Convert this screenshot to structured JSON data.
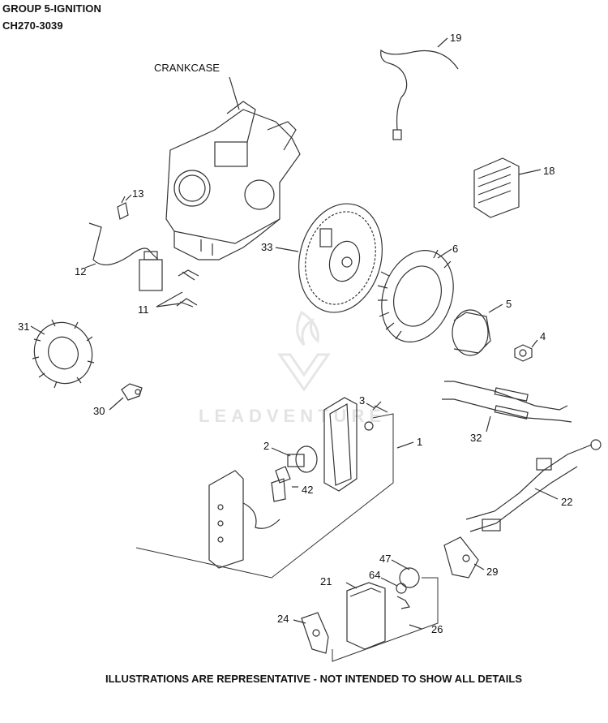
{
  "header": {
    "title": "GROUP 5-IGNITION",
    "model": "CH270-3039"
  },
  "footer": {
    "note": "ILLUSTRATIONS ARE REPRESENTATIVE - NOT INTENDED TO SHOW ALL DETAILS"
  },
  "labels": {
    "crankcase": "CRANKCASE",
    "watermark": "LEADVENTURE"
  },
  "callouts": [
    "1",
    "2",
    "3",
    "4",
    "5",
    "6",
    "11",
    "12",
    "13",
    "18",
    "19",
    "21",
    "22",
    "24",
    "26",
    "29",
    "30",
    "31",
    "32",
    "33",
    "42",
    "47",
    "64"
  ]
}
